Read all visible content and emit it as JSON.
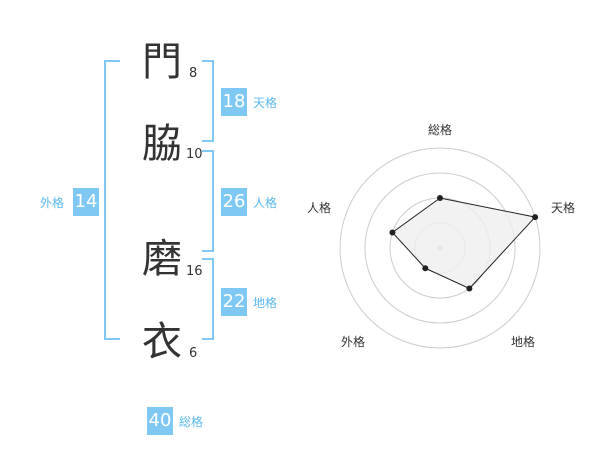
{
  "name": {
    "chars": [
      {
        "char": "門",
        "strokes": "8"
      },
      {
        "char": "脇",
        "strokes": "10"
      },
      {
        "char": "磨",
        "strokes": "16"
      },
      {
        "char": "衣",
        "strokes": "6"
      }
    ]
  },
  "kaku": {
    "tenkaku": {
      "value": "18",
      "label": "天格"
    },
    "jinkaku": {
      "value": "26",
      "label": "人格"
    },
    "chikaku": {
      "value": "22",
      "label": "地格"
    },
    "gaikaku": {
      "value": "14",
      "label": "外格"
    },
    "soukaku": {
      "value": "40",
      "label": "総格"
    }
  },
  "colors": {
    "accent": "#7ec8f3",
    "accent_text": "#5bb8ee",
    "ring": "#cccccc",
    "fill": "#efefef"
  },
  "chart_data": {
    "type": "radar",
    "axes": [
      "総格",
      "天格",
      "地格",
      "外格",
      "人格"
    ],
    "values": [
      2,
      4,
      2,
      1,
      2
    ],
    "max": 4,
    "rings": 4
  }
}
